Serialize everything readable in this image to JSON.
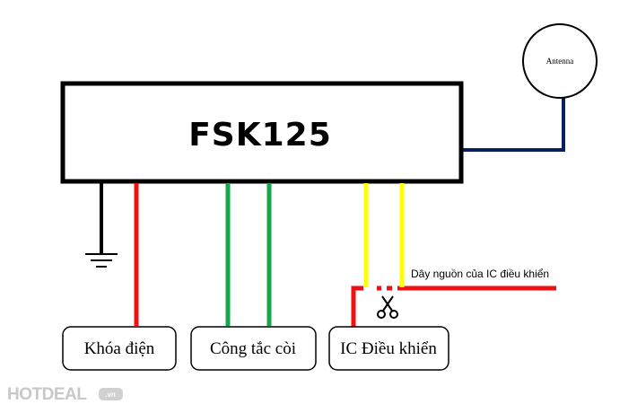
{
  "module": {
    "label": "FSK125"
  },
  "antenna": {
    "label": "Antenna"
  },
  "boxes": [
    {
      "label": "Khóa điện"
    },
    {
      "label": "Công tắc còi"
    },
    {
      "label": "IC Điều khiển"
    }
  ],
  "power_wire": {
    "label": "Dây nguồn của IC điều khiển"
  },
  "watermark": {
    "brand": "HOTDEAL",
    "suffix": ".vn"
  },
  "icons": {
    "ground": "ground-icon",
    "cut": "scissors-icon"
  },
  "colors": {
    "outline": "#000000",
    "red": "#ee1111",
    "green": "#14a84a",
    "yellow": "#ffff00",
    "navy": "#0a1f5c",
    "watermark": "#c8c8c8"
  }
}
